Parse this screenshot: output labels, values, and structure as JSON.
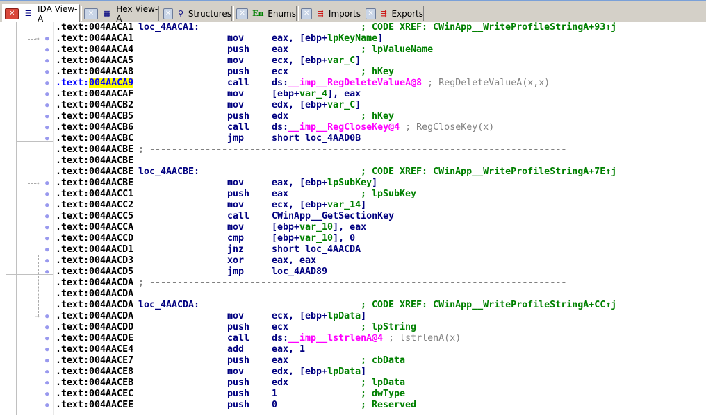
{
  "tabs": [
    {
      "label": "IDA View-A",
      "icon": "listing-icon",
      "active": true
    },
    {
      "label": "Hex View-A",
      "icon": "hex-icon"
    },
    {
      "label": "Structures",
      "icon": "structure-icon"
    },
    {
      "label": "Enums",
      "icon": "En"
    },
    {
      "label": "Imports",
      "icon": "imports-icon"
    },
    {
      "label": "Exports",
      "icon": "exports-icon"
    }
  ],
  "colors": {
    "variable": "#008000",
    "import": "#ff00ff",
    "mnemonic": "#000080",
    "comment": "#808080",
    "highlight": "#ffff00"
  },
  "lines": [
    {
      "addr": ".text:004AACA1",
      "label": "loc_4AACA1:",
      "cmt": "; CODE XREF: CWinApp__WriteProfileStringA+93↑j",
      "xref": true
    },
    {
      "addr": ".text:004AACA1",
      "mn": "mov",
      "ops": [
        {
          "t": "eax, [ebp+"
        },
        {
          "t": "lpKeyName",
          "k": "var"
        },
        {
          "t": "]"
        }
      ],
      "arrow": true
    },
    {
      "addr": ".text:004AACA4",
      "mn": "push",
      "ops": [
        {
          "t": "eax"
        }
      ],
      "cmt": "; lpValueName",
      "xref": true
    },
    {
      "addr": ".text:004AACA5",
      "mn": "mov",
      "ops": [
        {
          "t": "ecx, [ebp+"
        },
        {
          "t": "var_C",
          "k": "var"
        },
        {
          "t": "]"
        }
      ]
    },
    {
      "addr": ".text:004AACA8",
      "mn": "push",
      "ops": [
        {
          "t": "ecx"
        }
      ],
      "cmt": "; hKey",
      "xref": true
    },
    {
      "addr": ".text:",
      "addr_hl": "004AACA9",
      "cur": true,
      "mn": "call",
      "ops": [
        {
          "t": "ds:"
        },
        {
          "t": "__imp__RegDeleteValueA@8",
          "k": "imp"
        },
        {
          "t": " ; RegDeleteValueA(x,x)",
          "k": "cmt"
        }
      ]
    },
    {
      "addr": ".text:004AACAF",
      "mn": "mov",
      "ops": [
        {
          "t": "[ebp+"
        },
        {
          "t": "var_4",
          "k": "var"
        },
        {
          "t": "], eax"
        }
      ]
    },
    {
      "addr": ".text:004AACB2",
      "mn": "mov",
      "ops": [
        {
          "t": "edx, [ebp+"
        },
        {
          "t": "var_C",
          "k": "var"
        },
        {
          "t": "]"
        }
      ]
    },
    {
      "addr": ".text:004AACB5",
      "mn": "push",
      "ops": [
        {
          "t": "edx"
        }
      ],
      "cmt": "; hKey",
      "xref": true
    },
    {
      "addr": ".text:004AACB6",
      "mn": "call",
      "ops": [
        {
          "t": "ds:"
        },
        {
          "t": "__imp__RegCloseKey@4",
          "k": "imp"
        },
        {
          "t": " ; RegCloseKey(x)",
          "k": "cmt"
        }
      ]
    },
    {
      "addr": ".text:004AACBC",
      "mn": "jmp",
      "ops": [
        {
          "t": "short loc_4AAD0B"
        }
      ]
    },
    {
      "addr": ".text:004AACBE",
      "sep": "; ---------------------------------------------------------------------------",
      "nodot": true
    },
    {
      "addr": ".text:004AACBE",
      "nodot": true
    },
    {
      "addr": ".text:004AACBE",
      "label": "loc_4AACBE:",
      "cmt": "; CODE XREF: CWinApp__WriteProfileStringA+7E↑j",
      "xref": true,
      "nodot": true
    },
    {
      "addr": ".text:004AACBE",
      "mn": "mov",
      "ops": [
        {
          "t": "eax, [ebp+"
        },
        {
          "t": "lpSubKey",
          "k": "var"
        },
        {
          "t": "]"
        }
      ],
      "arrow": true
    },
    {
      "addr": ".text:004AACC1",
      "mn": "push",
      "ops": [
        {
          "t": "eax"
        }
      ],
      "cmt": "; lpSubKey",
      "xref": true
    },
    {
      "addr": ".text:004AACC2",
      "mn": "mov",
      "ops": [
        {
          "t": "ecx, [ebp+"
        },
        {
          "t": "var_14",
          "k": "var"
        },
        {
          "t": "]"
        }
      ]
    },
    {
      "addr": ".text:004AACC5",
      "mn": "call",
      "ops": [
        {
          "t": "CWinApp__GetSectionKey"
        }
      ]
    },
    {
      "addr": ".text:004AACCA",
      "mn": "mov",
      "ops": [
        {
          "t": "[ebp+"
        },
        {
          "t": "var_10",
          "k": "var"
        },
        {
          "t": "], eax"
        }
      ]
    },
    {
      "addr": ".text:004AACCD",
      "mn": "cmp",
      "ops": [
        {
          "t": "[ebp+"
        },
        {
          "t": "var_10",
          "k": "var"
        },
        {
          "t": "], 0"
        }
      ]
    },
    {
      "addr": ".text:004AACD1",
      "mn": "jnz",
      "ops": [
        {
          "t": "short loc_4AACDA"
        }
      ]
    },
    {
      "addr": ".text:004AACD3",
      "mn": "xor",
      "ops": [
        {
          "t": "eax, eax"
        }
      ]
    },
    {
      "addr": ".text:004AACD5",
      "mn": "jmp",
      "ops": [
        {
          "t": "loc_4AAD89"
        }
      ]
    },
    {
      "addr": ".text:004AACDA",
      "sep": "; ---------------------------------------------------------------------------",
      "nodot": true
    },
    {
      "addr": ".text:004AACDA",
      "nodot": true
    },
    {
      "addr": ".text:004AACDA",
      "label": "loc_4AACDA:",
      "cmt": "; CODE XREF: CWinApp__WriteProfileStringA+CC↑j",
      "xref": true,
      "nodot": true
    },
    {
      "addr": ".text:004AACDA",
      "mn": "mov",
      "ops": [
        {
          "t": "ecx, [ebp+"
        },
        {
          "t": "lpData",
          "k": "var"
        },
        {
          "t": "]"
        }
      ],
      "arrow": true
    },
    {
      "addr": ".text:004AACDD",
      "mn": "push",
      "ops": [
        {
          "t": "ecx"
        }
      ],
      "cmt": "; lpString",
      "xref": true
    },
    {
      "addr": ".text:004AACDE",
      "mn": "call",
      "ops": [
        {
          "t": "ds:"
        },
        {
          "t": "__imp__lstrlenA@4",
          "k": "imp"
        },
        {
          "t": " ; lstrlenA(x)",
          "k": "cmt"
        }
      ]
    },
    {
      "addr": ".text:004AACE4",
      "mn": "add",
      "ops": [
        {
          "t": "eax, 1"
        }
      ]
    },
    {
      "addr": ".text:004AACE7",
      "mn": "push",
      "ops": [
        {
          "t": "eax"
        }
      ],
      "cmt": "; cbData",
      "xref": true
    },
    {
      "addr": ".text:004AACE8",
      "mn": "mov",
      "ops": [
        {
          "t": "edx, [ebp+"
        },
        {
          "t": "lpData",
          "k": "var"
        },
        {
          "t": "]"
        }
      ]
    },
    {
      "addr": ".text:004AACEB",
      "mn": "push",
      "ops": [
        {
          "t": "edx"
        }
      ],
      "cmt": "; lpData",
      "xref": true
    },
    {
      "addr": ".text:004AACEC",
      "mn": "push",
      "ops": [
        {
          "t": "1",
          "k": "n"
        }
      ],
      "cmt": "; dwType",
      "xref": true
    },
    {
      "addr": ".text:004AACEE",
      "mn": "push",
      "ops": [
        {
          "t": "0",
          "k": "n"
        }
      ],
      "cmt": "; Reserved",
      "xref": true
    }
  ]
}
